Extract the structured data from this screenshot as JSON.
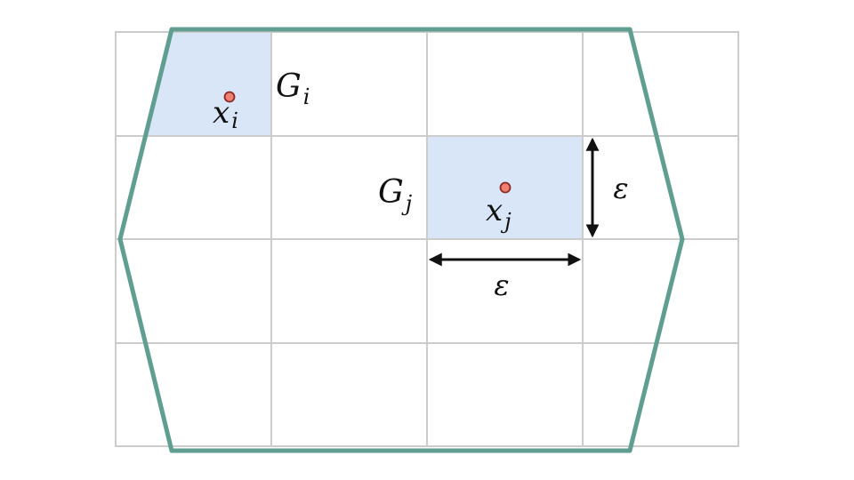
{
  "colors": {
    "grid": "#cccccc",
    "cell_fill": "#d9e6f8",
    "polygon": "#5f9e90",
    "point_fill": "#f07f73",
    "point_stroke": "#8a2a22",
    "arrow": "#111111"
  },
  "labels": {
    "G_i": {
      "main": "G",
      "sub": "i"
    },
    "x_i": {
      "main": "x",
      "sub": "i"
    },
    "G_j": {
      "main": "G",
      "sub": "j"
    },
    "x_j": {
      "main": "x",
      "sub": "j"
    },
    "eps_h": "ε",
    "eps_v": "ε"
  }
}
